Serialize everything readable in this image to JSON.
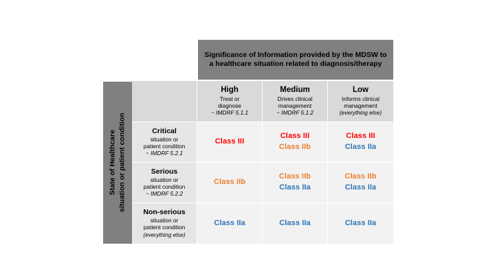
{
  "colgroup": {
    "label": "Significance of Information provided by the MDSW to a healthcare situation related to diagnosis/therapy"
  },
  "rowgroup": {
    "line1": "State of Healthcare",
    "line2": "situation or patient condition"
  },
  "columns": [
    {
      "title": "High",
      "sub1": "Treat or",
      "sub2": "diagnose",
      "ref": "~ IMDRF 5.1.1"
    },
    {
      "title": "Medium",
      "sub1": "Drives clinical",
      "sub2": "management",
      "ref": "~ IMDRF 5.1.2"
    },
    {
      "title": "Low",
      "sub1": "Informs clinical",
      "sub2": "management",
      "ref": "(everything else)"
    }
  ],
  "rows": [
    {
      "title": "Critical",
      "sub1": "situation or",
      "sub2": "patient condition",
      "ref": "~ IMDRF 5.2.1"
    },
    {
      "title": "Serious",
      "sub1": "situation or",
      "sub2": "patient condition",
      "ref": "~ IMDRF 5.2.2"
    },
    {
      "title": "Non-serious",
      "sub1": "situation or",
      "sub2": "patient condition",
      "ref": "(everything else)"
    }
  ],
  "cells": [
    [
      {
        "entries": [
          {
            "label": "Class III",
            "color": "class3"
          }
        ]
      },
      {
        "entries": [
          {
            "label": "Class III",
            "color": "class3"
          },
          {
            "label": "Class IIb",
            "color": "class2b"
          }
        ]
      },
      {
        "entries": [
          {
            "label": "Class III",
            "color": "class3"
          },
          {
            "label": "Class IIa",
            "color": "class2a"
          }
        ]
      }
    ],
    [
      {
        "entries": [
          {
            "label": "Class IIb",
            "color": "class2b"
          }
        ]
      },
      {
        "entries": [
          {
            "label": "Class IIb",
            "color": "class2b"
          },
          {
            "label": "Class IIa",
            "color": "class2a"
          }
        ]
      },
      {
        "entries": [
          {
            "label": "Class IIb",
            "color": "class2b"
          },
          {
            "label": "Class IIa",
            "color": "class2a"
          }
        ]
      }
    ],
    [
      {
        "entries": [
          {
            "label": "Class IIa",
            "color": "class2a"
          }
        ]
      },
      {
        "entries": [
          {
            "label": "Class IIa",
            "color": "class2a"
          }
        ]
      },
      {
        "entries": [
          {
            "label": "Class IIa",
            "color": "class2a"
          }
        ]
      }
    ]
  ],
  "colors": {
    "class3": "#FF0000",
    "class2b": "#ED7D31",
    "class2a": "#2E75B6",
    "banner_dark": "#808080",
    "header_light": "#d9d9d9",
    "rowhead_light": "#e6e6e6",
    "cell_light": "#f2f2f2",
    "page_background": "#ffffff"
  }
}
